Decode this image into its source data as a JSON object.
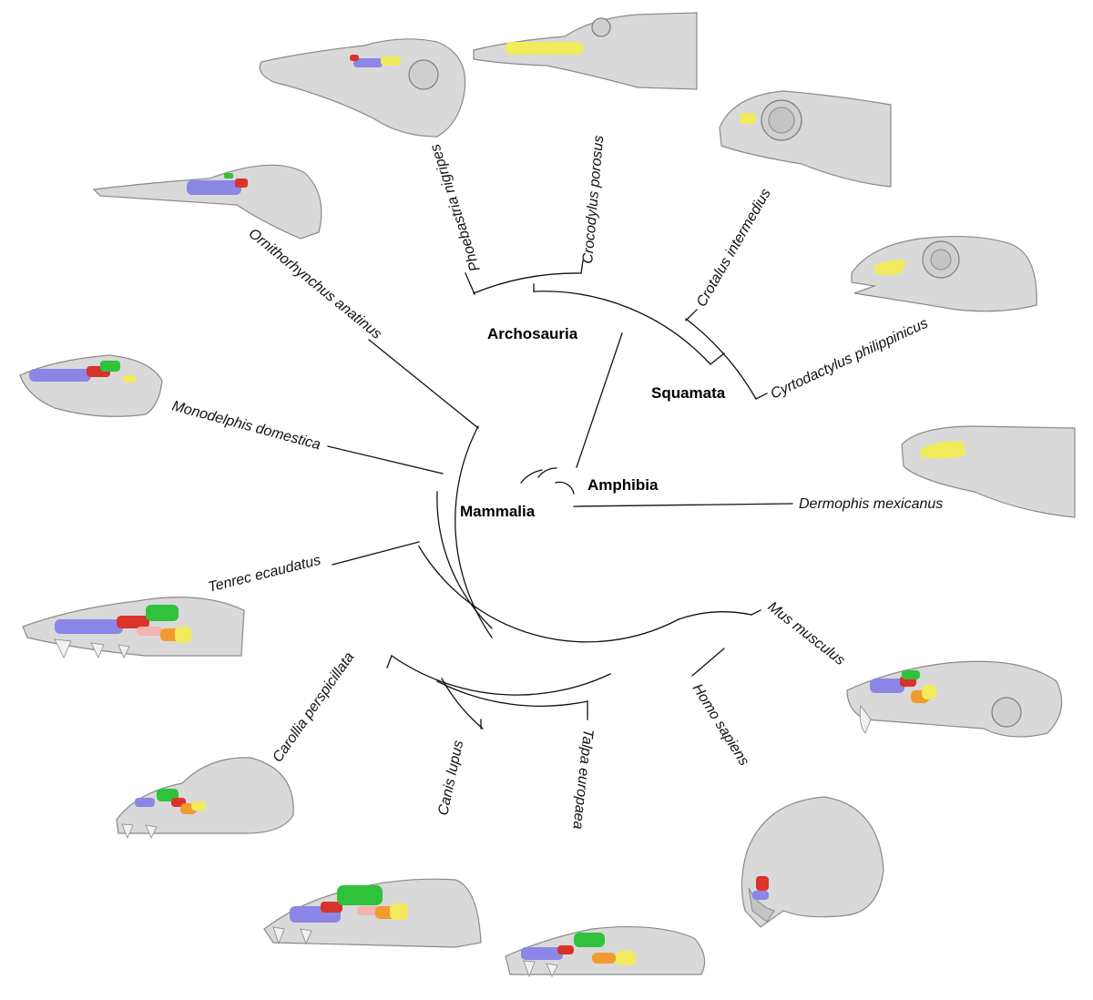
{
  "clades": {
    "archosauria": "Archosauria",
    "squamata": "Squamata",
    "amphibia": "Amphibia",
    "mammalia": "Mammalia"
  },
  "taxa": {
    "phoebastria": "Phoebastria nigripes",
    "crocodylus": "Crocodylus porosus",
    "crotalus": "Crotalus intermedius",
    "cyrtodactylus": "Cyrtodactylus philippinicus",
    "dermophis": "Dermophis mexicanus",
    "ornithorhynchus": "Ornithorhynchus anatinus",
    "monodelphis": "Monodelphis domestica",
    "tenrec": "Tenrec ecaudatus",
    "carollia": "Carollia perspicillata",
    "canis": "Canis lupus",
    "talpa": "Talpa europaea",
    "homo": "Homo sapiens",
    "mus": "Mus musculus"
  },
  "colors": {
    "blue": "#8c86e6",
    "red": "#d9332b",
    "green": "#2fc23a",
    "yellow": "#f2ec5c",
    "orange": "#f29a2e",
    "pink": "#f2b3b3"
  },
  "icons": {
    "specimen": "3d-skull-render"
  }
}
